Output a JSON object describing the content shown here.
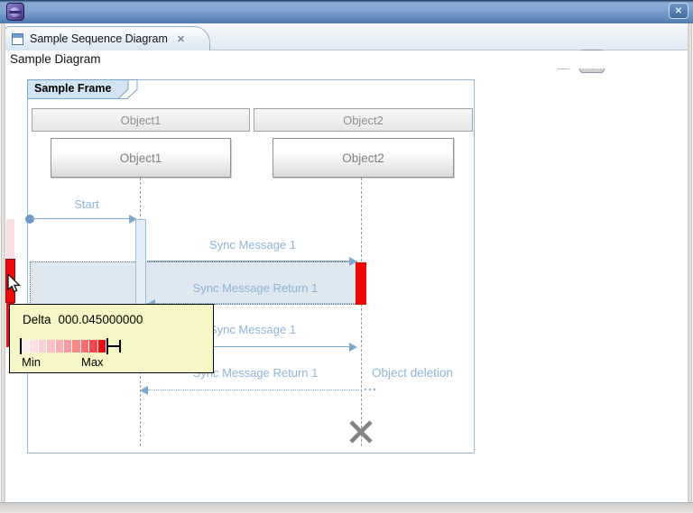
{
  "window": {
    "close_glyph": "✕"
  },
  "tab": {
    "title": "Sample Sequence Diagram",
    "close_glyph": "✕"
  },
  "toolbar": {
    "icons": [
      "home-icon",
      "select-cursor-icon",
      "zoom-in-icon",
      "zoom-out-icon",
      "view-menu-icon"
    ]
  },
  "breadcrumb": "Sample Diagram",
  "diagram": {
    "frame_label": "Sample Frame",
    "objects": [
      {
        "header": "Object1",
        "box": "Object1"
      },
      {
        "header": "Object2",
        "box": "Object2"
      }
    ],
    "messages": [
      {
        "label": "Start",
        "type": "found"
      },
      {
        "label": "Sync Message 1",
        "type": "sync"
      },
      {
        "label": "Sync Message Return 1",
        "type": "return"
      },
      {
        "label": "Sync Message 1",
        "type": "sync"
      },
      {
        "label": "Sync Message Return 1",
        "type": "return"
      }
    ],
    "object_deletion_label": "Object deletion",
    "ellipsis": "..."
  },
  "tooltip": {
    "delta_label": "Delta",
    "delta_value": "000.045000000",
    "min_label": "Min",
    "max_label": "Max",
    "scale_colors": [
      "#fdeff1",
      "#fcdfe3",
      "#fbcfd4",
      "#fac0c5",
      "#f9b0b5",
      "#f89a9e",
      "#f7868a",
      "#f56b6f",
      "#f34a4e",
      "#f20d12"
    ]
  },
  "colors": {
    "titlebar": "#4e7bb0",
    "message_blue": "#7fa8cf",
    "label_blue": "#8fb4d8",
    "selection_fill": "#dde8f1",
    "execution_red": "#f00404",
    "compression_pink": "#fadee3",
    "tooltip_bg": "#f6f6c6"
  }
}
